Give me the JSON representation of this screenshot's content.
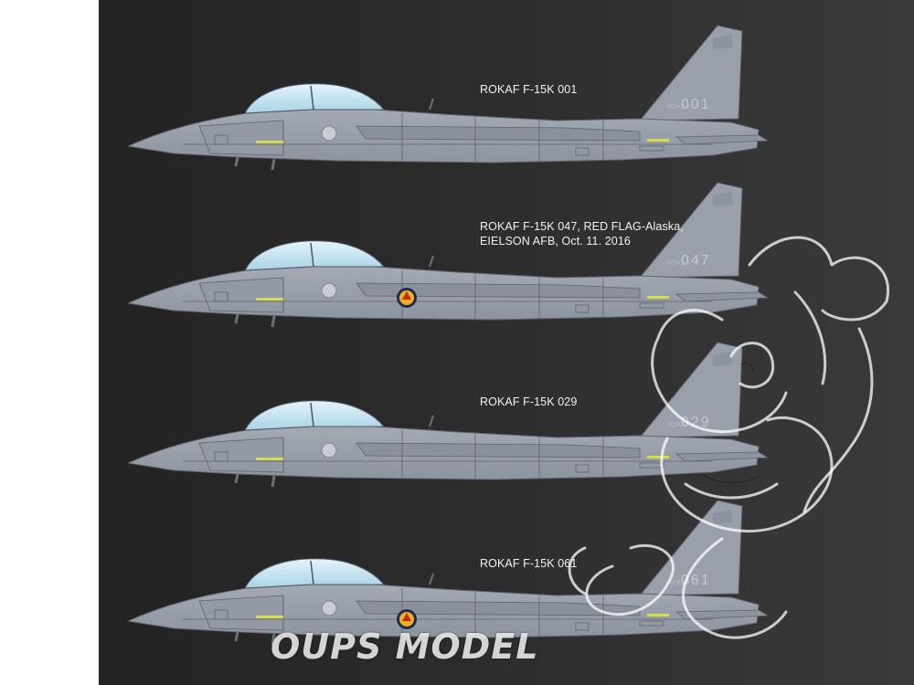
{
  "aircraft": [
    {
      "caption_lines": [
        "ROKAF F-15K 001"
      ],
      "tail_number": "001",
      "tail_code": "ROKAF",
      "unit_badge": false
    },
    {
      "caption_lines": [
        "ROKAF F-15K 047, RED FLAG-Alaska,",
        "EIELSON AFB, Oct. 11. 2016"
      ],
      "tail_number": "047",
      "tail_code": "ROKAF",
      "unit_badge": true
    },
    {
      "caption_lines": [
        "ROKAF F-15K 029"
      ],
      "tail_number": "029",
      "tail_code": "ROKAF",
      "unit_badge": false
    },
    {
      "caption_lines": [
        "ROKAF F-15K 061"
      ],
      "tail_number": "061",
      "tail_code": "ROKAF",
      "unit_badge": true
    }
  ],
  "watermark": {
    "text": "OUPS MODEL"
  },
  "colors": {
    "background": "#2a2a2a",
    "airframe": "#9aa0ab",
    "airframe_shade": "#838995",
    "canopy": "#c9e9f5",
    "panel_lines": "#5e636c",
    "caption_text": "#f2f2f2"
  }
}
